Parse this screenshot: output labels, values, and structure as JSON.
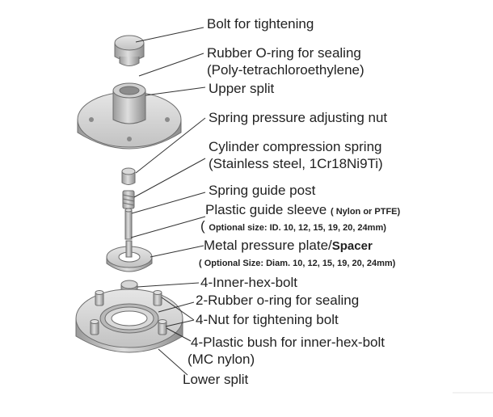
{
  "labels": {
    "bolt": "Bolt for tightening",
    "oring_top_1": "Rubber O-ring for sealing",
    "oring_top_2": "(Poly-tetrachloroethylene)",
    "upper_split": "Upper split",
    "adjusting_nut": "Spring pressure adjusting nut",
    "spring_1": "Cylinder compression spring",
    "spring_2": "(Stainless steel, 1Cr18Ni9Ti)",
    "guide_post": "Spring guide post",
    "sleeve_1": "Plastic guide sleeve",
    "sleeve_material": "( Nylon or PTFE)",
    "sleeve_paren": "(",
    "sleeve_sizes": "Optional size: ID. 10, 12, 15, 19, 20, 24mm)",
    "plate_1": "Metal pressure plate/",
    "plate_spacer": "Spacer",
    "plate_sizes": "( Optional Size: Diam. 10, 12, 15, 19, 20, 24mm)",
    "hex_bolt": "4-Inner-hex-bolt",
    "oring_bottom": "2-Rubber o-ring for sealing",
    "nut": "4-Nut for tightening bolt",
    "bush_1": "4-Plastic bush for inner-hex-bolt",
    "bush_2": "(MC nylon)",
    "lower_split": "Lower split"
  },
  "colors": {
    "part_fill": "#c9c9c9",
    "part_light": "#e2e2e2",
    "part_dark": "#7a7a7a",
    "leader_line": "#333333",
    "text": "#222222"
  }
}
